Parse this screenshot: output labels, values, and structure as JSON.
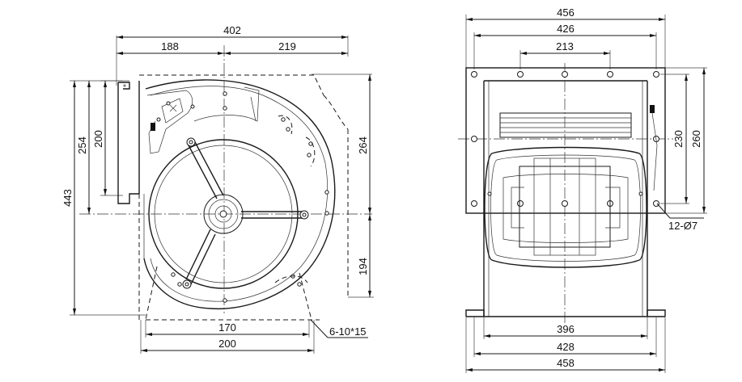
{
  "views": {
    "side_view": {
      "dimensions": {
        "overall_width": "402",
        "left_offset": "188",
        "right_offset": "219",
        "height_total": "443",
        "height_upper": "254",
        "height_bracket": "200",
        "height_right_upper": "264",
        "height_right_lower": "194",
        "base_inner": "170",
        "base_outer": "200"
      },
      "callout": "6-10*15"
    },
    "front_view": {
      "dimensions": {
        "flange_outer": "456",
        "flange_holes": "426",
        "flange_center_holes": "213",
        "height_holes": "230",
        "height_flange": "260",
        "base_inner": "396",
        "base_mid": "428",
        "base_outer": "458"
      },
      "callout": "12-Ø7"
    }
  }
}
